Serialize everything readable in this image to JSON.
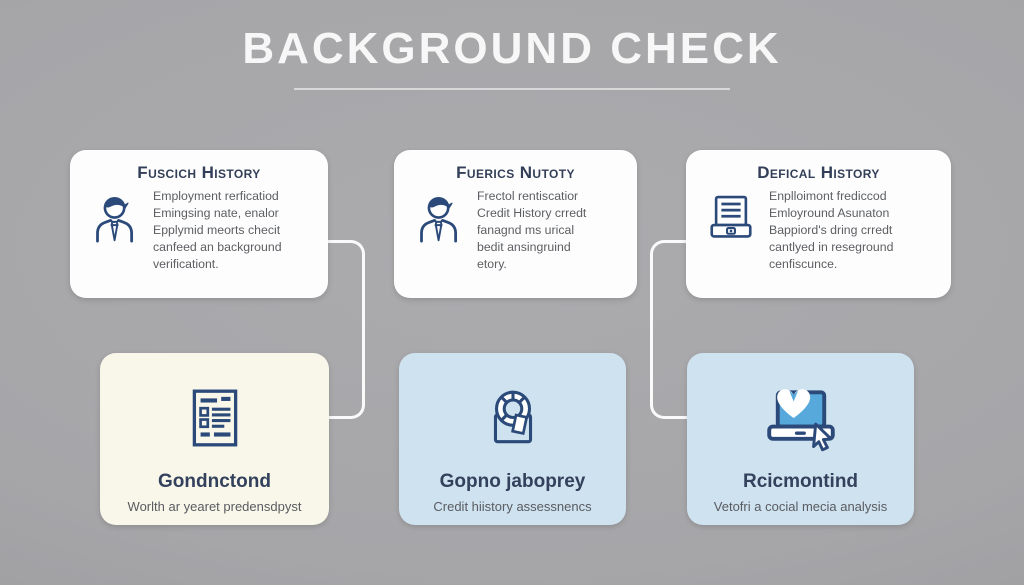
{
  "title": "BACKGROUND CHECK",
  "colors": {
    "background": "#a7a7aa",
    "card_white": "#fdfdfd",
    "card_cream": "#f9f7ea",
    "card_blue": "#cfe2ef",
    "icon_navy": "#2b4a7a",
    "heading_navy": "#333f58",
    "body_gray": "#5c5e62",
    "connector": "#fafafa",
    "laptop_screen": "#57a9dc"
  },
  "top_cards": [
    {
      "title": "Fuscich History",
      "icon": "person-tie-icon",
      "body": "Employment rerficatiod\nEmingsing nate, enalor\nEpplymid meorts checit\ncanfeed an background\nverificationt."
    },
    {
      "title": "Fuerics Nutoty",
      "icon": "person-tie-icon",
      "body": "Frectol rentiscatior\nCredit History crredt\nfanagnd ms urical\nbedit ansingruind\netory."
    },
    {
      "title": "Defical History",
      "icon": "printer-icon",
      "body": "Enplloimont frediccod\nEmloyround Asunaton\nBappiord's dring crredt\ncantlyed in reseground\ncenfiscunce."
    }
  ],
  "bottom_cards": [
    {
      "title": "Gondnctond",
      "subtitle": "Worlth ar yearet predensdpyst",
      "icon": "document-form-icon"
    },
    {
      "title": "Gopno jaboprey",
      "subtitle": "Credit hiistory assessnencs",
      "icon": "lifebuoy-icon"
    },
    {
      "title": "Rcicmontind",
      "subtitle": "Vetofri a cocial mecia analysis",
      "icon": "laptop-heart-cursor-icon"
    }
  ]
}
